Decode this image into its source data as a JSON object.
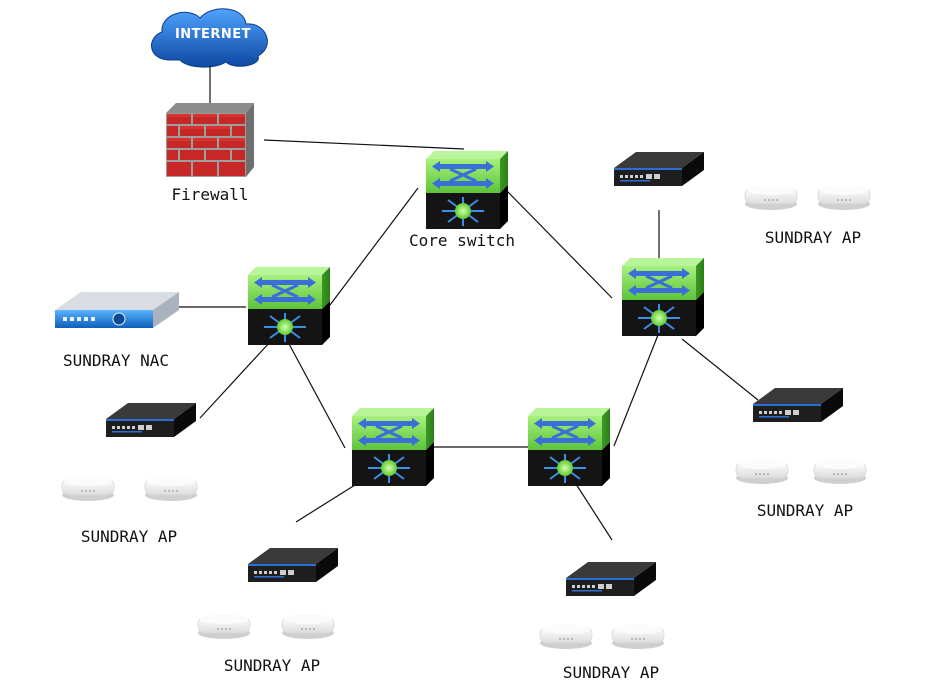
{
  "labels": {
    "internet": "INTERNET",
    "firewall": "Firewall",
    "core_switch": "Core switch",
    "nac": "SUNDRAY NAC",
    "ap_top_right": "SUNDRAY AP",
    "ap_left": "SUNDRAY AP",
    "ap_bottom_left": "SUNDRAY AP",
    "ap_bottom_center": "SUNDRAY AP",
    "ap_right": "SUNDRAY AP"
  },
  "colors": {
    "cloud": "#1565c0",
    "firewall_brick": "#c62828",
    "switch_top": "#7ed957",
    "switch_body": "#111111",
    "controller_body": "#1c1c1c",
    "nac_body": "#1e88e5",
    "ap_body": "#f3f3f3"
  }
}
